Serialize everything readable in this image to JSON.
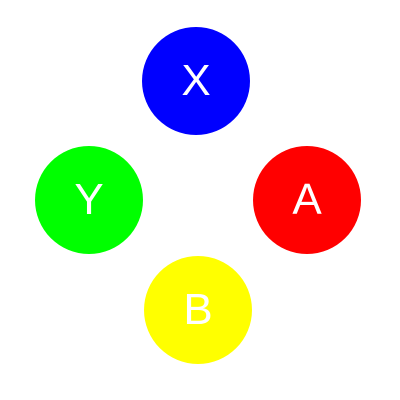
{
  "buttons": {
    "x": {
      "label": "X",
      "color": "#0000ff"
    },
    "y": {
      "label": "Y",
      "color": "#00ff00"
    },
    "a": {
      "label": "A",
      "color": "#ff0000"
    },
    "b": {
      "label": "B",
      "color": "#ffff00"
    }
  }
}
